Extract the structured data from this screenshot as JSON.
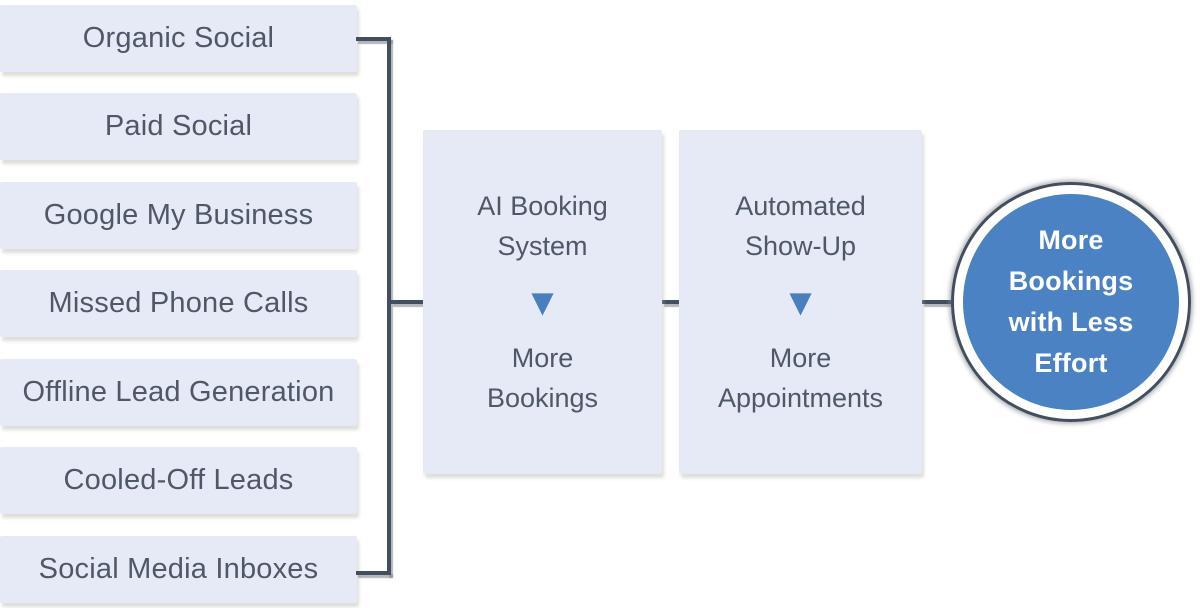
{
  "diagram": {
    "sources": [
      "Organic Social",
      "Paid Social",
      "Google My Business",
      "Missed Phone Calls",
      "Offline Lead Generation",
      "Cooled-Off Leads",
      "Social Media Inboxes"
    ],
    "stages": [
      {
        "title": "AI Booking\nSystem",
        "arrow_icon": "▼",
        "outcome": "More\nBookings"
      },
      {
        "title": "Automated\nShow-Up",
        "arrow_icon": "▼",
        "outcome": "More\nAppointments"
      }
    ],
    "final_outcome": "More\nBookings\nwith Less\nEffort",
    "colors": {
      "box_fill": "#e6eaf6",
      "box_text": "#4f5866",
      "accent_blue": "#4a7fbd",
      "circle_fill": "#4a82c4",
      "circle_text": "#ffffff",
      "line_dark": "#434e5e"
    }
  }
}
